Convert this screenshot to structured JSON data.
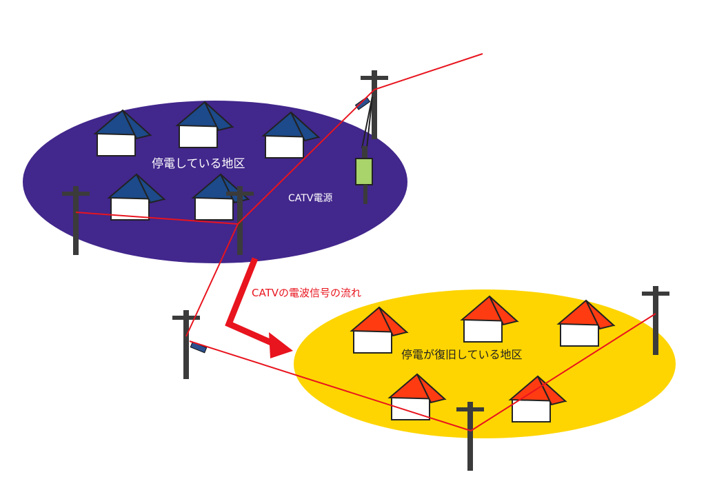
{
  "labels": {
    "outage_area": "停電している地区",
    "catv_power": "CATV電源",
    "signal_flow": "CATVの電波信号の流れ",
    "restored_area": "停電が復旧している地区"
  },
  "colors": {
    "outage_area_fill": "#42278c",
    "restored_area_fill": "#fed500",
    "outage_roof": "#1c4a8a",
    "restored_roof": "#ff3b12",
    "cable": "#e8141e",
    "pole": "#3b3b3b",
    "catv_power_unit": "#a9d36b",
    "tap_device": "#2c4f8e"
  },
  "icons": {
    "house": "house-icon",
    "pole": "utility-pole-icon",
    "power_unit": "catv-power-supply-icon",
    "arrow": "signal-flow-arrow-icon"
  }
}
